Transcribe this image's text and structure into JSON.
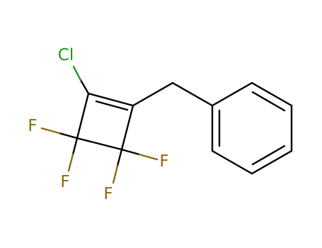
{
  "colors": {
    "bond": "#000000",
    "chlorine": "#1a9a1a",
    "fluorine": "#8a6a10"
  },
  "atoms": {
    "cl": {
      "symbol": "Cl"
    },
    "f1": {
      "symbol": "F"
    },
    "f2": {
      "symbol": "F"
    },
    "f3": {
      "symbol": "F"
    },
    "f4": {
      "symbol": "F"
    }
  }
}
